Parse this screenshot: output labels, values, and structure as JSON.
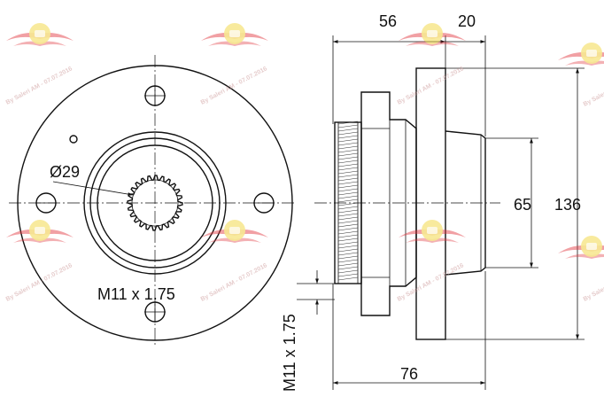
{
  "dimensions": {
    "width_56": "56",
    "width_20": "20",
    "dia_65": "65",
    "dia_136": "136",
    "width_76": "76",
    "thread_front": "M11 x 1.75",
    "thread_side": "M11 x 1.75",
    "bore_dia": "Ø29"
  },
  "watermark": {
    "text": "By Saleri AM - 07.07.2016",
    "brand_color": "#e0343c",
    "badge_color": "#f1d53a"
  }
}
